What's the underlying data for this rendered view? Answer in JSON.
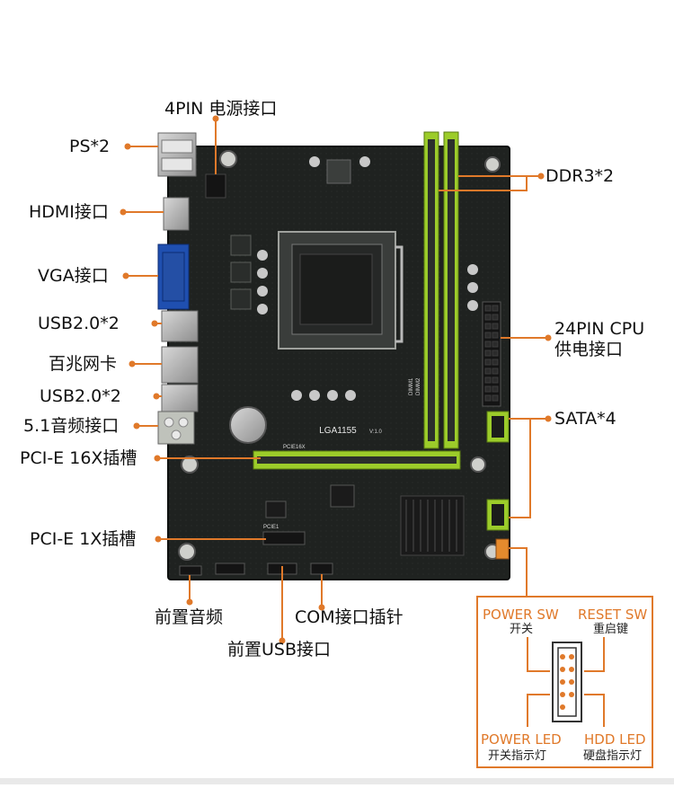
{
  "labels": {
    "ps2": "PS*2",
    "hdmi": "HDMI接口",
    "vga": "VGA接口",
    "usb20_top": "USB2.0*2",
    "lan": "百兆网卡",
    "usb20_bottom": "USB2.0*2",
    "audio51": "5.1音频接口",
    "pcie16x": "PCI-E 16X插槽",
    "pcie1x": "PCI-E 1X插槽",
    "power4pin": "4PIN 电源接口",
    "ddr3": "DDR3*2",
    "power24pin_line1": "24PIN CPU",
    "power24pin_line2": "供电接口",
    "sata": "SATA*4",
    "front_audio": "前置音频",
    "com_header": "COM接口插针",
    "front_usb": "前置USB接口"
  },
  "board_silkscreen": {
    "socket": "LGA1155",
    "dimm1": "DIMM1",
    "dimm2": "DIMM2",
    "pcie16x_slot": "PCIE16X",
    "pcie1x_slot": "PCIE1",
    "version": "V:1.0"
  },
  "front_panel": {
    "power_sw": "POWER SW",
    "power_sw_sub": "开关",
    "reset_sw": "RESET SW",
    "reset_sw_sub": "重启键",
    "power_led": "POWER LED",
    "power_led_sub": "开关指示灯",
    "hdd_led": "HDD  LED",
    "hdd_led_sub": "硬盘指示灯"
  },
  "colors": {
    "leader": "#e0792a",
    "pcb": "#1f2220",
    "slot_green": "#9ccc2a",
    "slot_dark": "#2b2f2c",
    "label_text": "#111111"
  }
}
